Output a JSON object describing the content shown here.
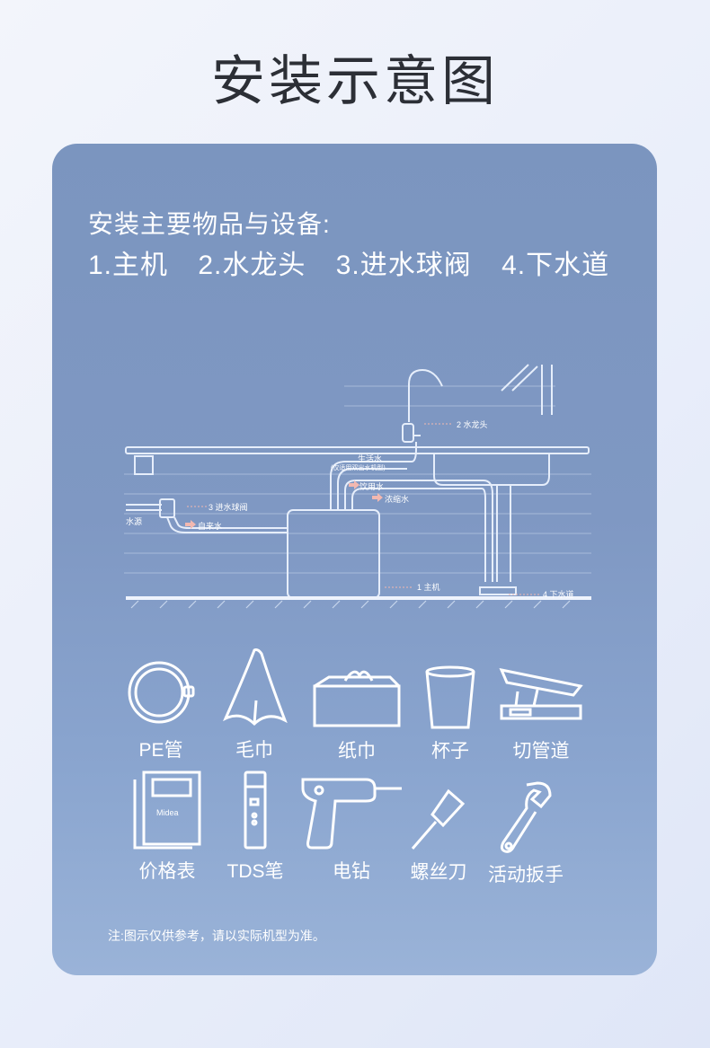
{
  "title": "安装示意图",
  "items": {
    "heading": "安装主要物品与设备:",
    "list": [
      "1.主机",
      "2.水龙头",
      "3.进水球阀",
      "4.下水道"
    ]
  },
  "diagram": {
    "labels": {
      "faucet": "2 水龙头",
      "valve": "3 进水球阀",
      "source": "水源",
      "tap_water": "自来水",
      "host": "1 主机",
      "drain": "4 下水道",
      "domestic_water": "生活水",
      "domestic_note": "(仅适用双出水机型)",
      "drinking_water": "饮用水",
      "concentrate": "浓缩水"
    },
    "arrow_color": "#f2b8b0"
  },
  "tools": {
    "pe_pipe": "PE管",
    "towel": "毛巾",
    "tissue": "纸巾",
    "cup": "杯子",
    "cutter": "切管道",
    "price_tag": "价格表",
    "price_tag_brand": "Midea",
    "tds_pen": "TDS笔",
    "drill": "电钻",
    "screwdriver": "螺丝刀",
    "wrench": "活动扳手"
  },
  "note": "注:图示仅供参考，请以实际机型为准。"
}
